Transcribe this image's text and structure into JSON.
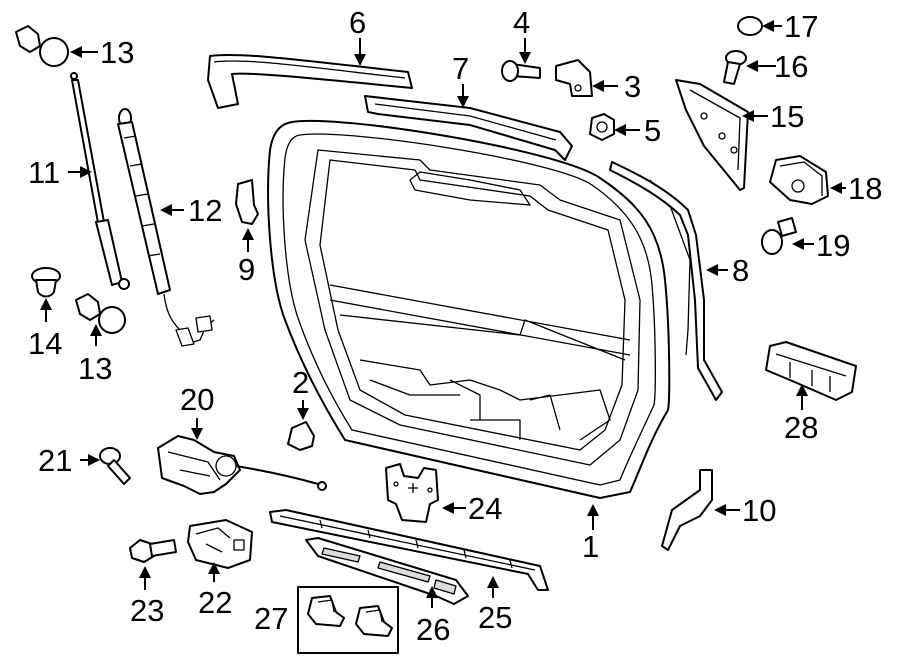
{
  "callouts": [
    {
      "id": "1",
      "text": "1"
    },
    {
      "id": "2",
      "text": "2"
    },
    {
      "id": "3",
      "text": "3"
    },
    {
      "id": "4",
      "text": "4"
    },
    {
      "id": "5",
      "text": "5"
    },
    {
      "id": "6",
      "text": "6"
    },
    {
      "id": "7",
      "text": "7"
    },
    {
      "id": "8",
      "text": "8"
    },
    {
      "id": "9",
      "text": "9"
    },
    {
      "id": "10",
      "text": "10"
    },
    {
      "id": "11",
      "text": "11"
    },
    {
      "id": "12",
      "text": "12"
    },
    {
      "id": "13a",
      "text": "13"
    },
    {
      "id": "13b",
      "text": "13"
    },
    {
      "id": "14",
      "text": "14"
    },
    {
      "id": "15",
      "text": "15"
    },
    {
      "id": "16",
      "text": "16"
    },
    {
      "id": "17",
      "text": "17"
    },
    {
      "id": "18",
      "text": "18"
    },
    {
      "id": "19",
      "text": "19"
    },
    {
      "id": "20",
      "text": "20"
    },
    {
      "id": "21",
      "text": "21"
    },
    {
      "id": "22",
      "text": "22"
    },
    {
      "id": "23",
      "text": "23"
    },
    {
      "id": "24",
      "text": "24"
    },
    {
      "id": "25",
      "text": "25"
    },
    {
      "id": "26",
      "text": "26"
    },
    {
      "id": "27",
      "text": "27"
    },
    {
      "id": "28",
      "text": "28"
    }
  ]
}
